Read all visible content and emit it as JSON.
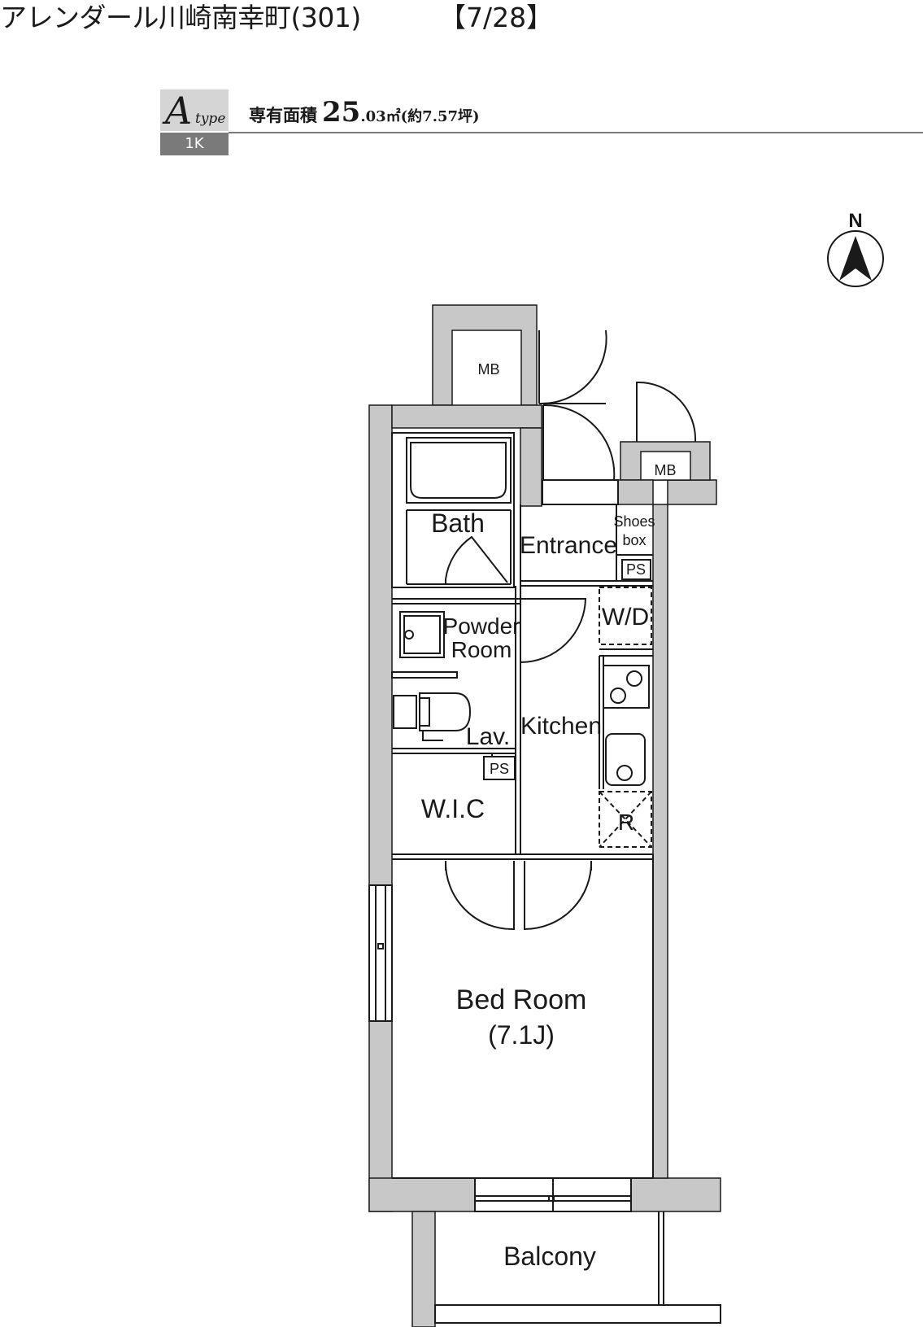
{
  "header": {
    "property_name": "アレンダール川崎南幸町(301)",
    "page_counter": "【7/28】"
  },
  "unit": {
    "type_letter": "A",
    "type_word": "type",
    "layout": "1K",
    "area_label": "専有面積",
    "area_int": "25",
    "area_dec": ".03㎡",
    "area_tsubo": "(約7.57坪)"
  },
  "compass": {
    "label": "N"
  },
  "rooms": {
    "mb_top": "MB",
    "mb_right": "MB",
    "bath": "Bath",
    "entrance": "Entrance",
    "shoes_line1": "Shoes",
    "shoes_line2": "box",
    "ps_entrance": "PS",
    "wd": "W/D",
    "powder_line1": "Powder",
    "powder_line2": "Room",
    "lav": "Lav.",
    "kitchen": "Kitchen",
    "ps_wic": "PS",
    "wic": "W.I.C",
    "refrigerator": "R",
    "bedroom": "Bed Room",
    "bedroom_size": "(7.1J)",
    "balcony": "Balcony"
  },
  "colors": {
    "wall": "#c8c8c8",
    "line": "#1a1a1a",
    "type_box": "#d5d5d5",
    "layout_box": "#7a7a7a"
  }
}
